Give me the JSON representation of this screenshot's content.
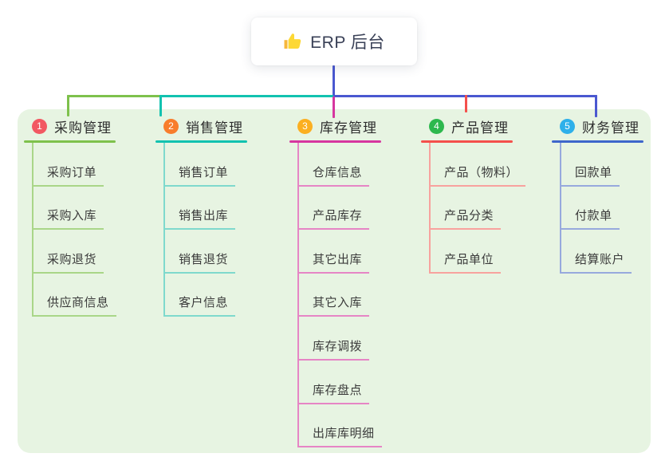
{
  "root": {
    "title": "ERP 后台",
    "icon": "thumbs-up-icon"
  },
  "connector": {
    "color": "#4a58d0"
  },
  "panel_background": "#e7f4e2",
  "branches": [
    {
      "num": "1",
      "label": "采购管理",
      "badge_color": "#f25862",
      "color": "#7ec14c",
      "color_light": "#a9d688",
      "children": [
        "采购订单",
        "采购入库",
        "采购退货",
        "供应商信息"
      ]
    },
    {
      "num": "2",
      "label": "销售管理",
      "badge_color": "#f87d2c",
      "color": "#12c2b0",
      "color_light": "#7fd9cd",
      "children": [
        "销售订单",
        "销售出库",
        "销售退货",
        "客户信息"
      ]
    },
    {
      "num": "3",
      "label": "库存管理",
      "badge_color": "#fbaf21",
      "color": "#d6369f",
      "color_light": "#e685c5",
      "children": [
        "仓库信息",
        "产品库存",
        "其它出库",
        "其它入库",
        "库存调拨",
        "库存盘点",
        "出库库明细"
      ]
    },
    {
      "num": "4",
      "label": "产品管理",
      "badge_color": "#2db84d",
      "color": "#f4504c",
      "color_light": "#f8a29e",
      "children": [
        "产品（物料）",
        "产品分类",
        "产品单位"
      ]
    },
    {
      "num": "5",
      "label": "财务管理",
      "badge_color": "#2eb0ea",
      "color": "#3e66cb",
      "color_light": "#97a9dd",
      "children": [
        "回款单",
        "付款单",
        "结算账户"
      ]
    }
  ]
}
